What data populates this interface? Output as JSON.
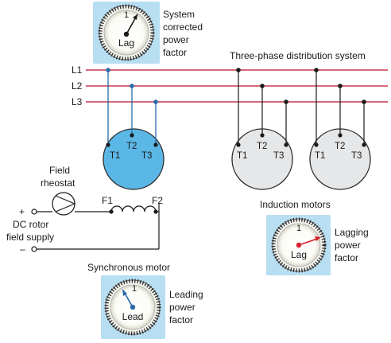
{
  "lines": {
    "l1": "L1",
    "l2": "L2",
    "l3": "L3"
  },
  "system_label": "Three-phase distribution system",
  "terminals": {
    "t1": "T1",
    "t2": "T2",
    "t3": "T3"
  },
  "field_rheostat": {
    "line1": "Field",
    "line2": "rheostat"
  },
  "field_terminals": {
    "f1": "F1",
    "f2": "F2"
  },
  "dc_supply": {
    "plus": "+",
    "minus": "–",
    "line1": "DC rotor",
    "line2": "field supply"
  },
  "meters": {
    "system": {
      "dial_number": "1",
      "reading": "Lag",
      "caption": [
        "System",
        "corrected",
        "power",
        "factor"
      ]
    },
    "induction": {
      "dial_number": "1",
      "reading": "Lag",
      "caption": [
        "Lagging",
        "power",
        "factor"
      ]
    },
    "synchronous": {
      "dial_number": "1",
      "reading": "Lead",
      "caption": [
        "Leading",
        "power",
        "factor"
      ]
    }
  },
  "induction_label": "Induction motors",
  "synchronous_label": "Synchronous motor",
  "colors": {
    "line": "#c8384a",
    "sync_motor": "#5bb7e6",
    "induction_motor": "#e6e7e8",
    "meter_panel": "#b8def2",
    "needle_red": "#d6222a",
    "wire": "#2a6aa8"
  }
}
